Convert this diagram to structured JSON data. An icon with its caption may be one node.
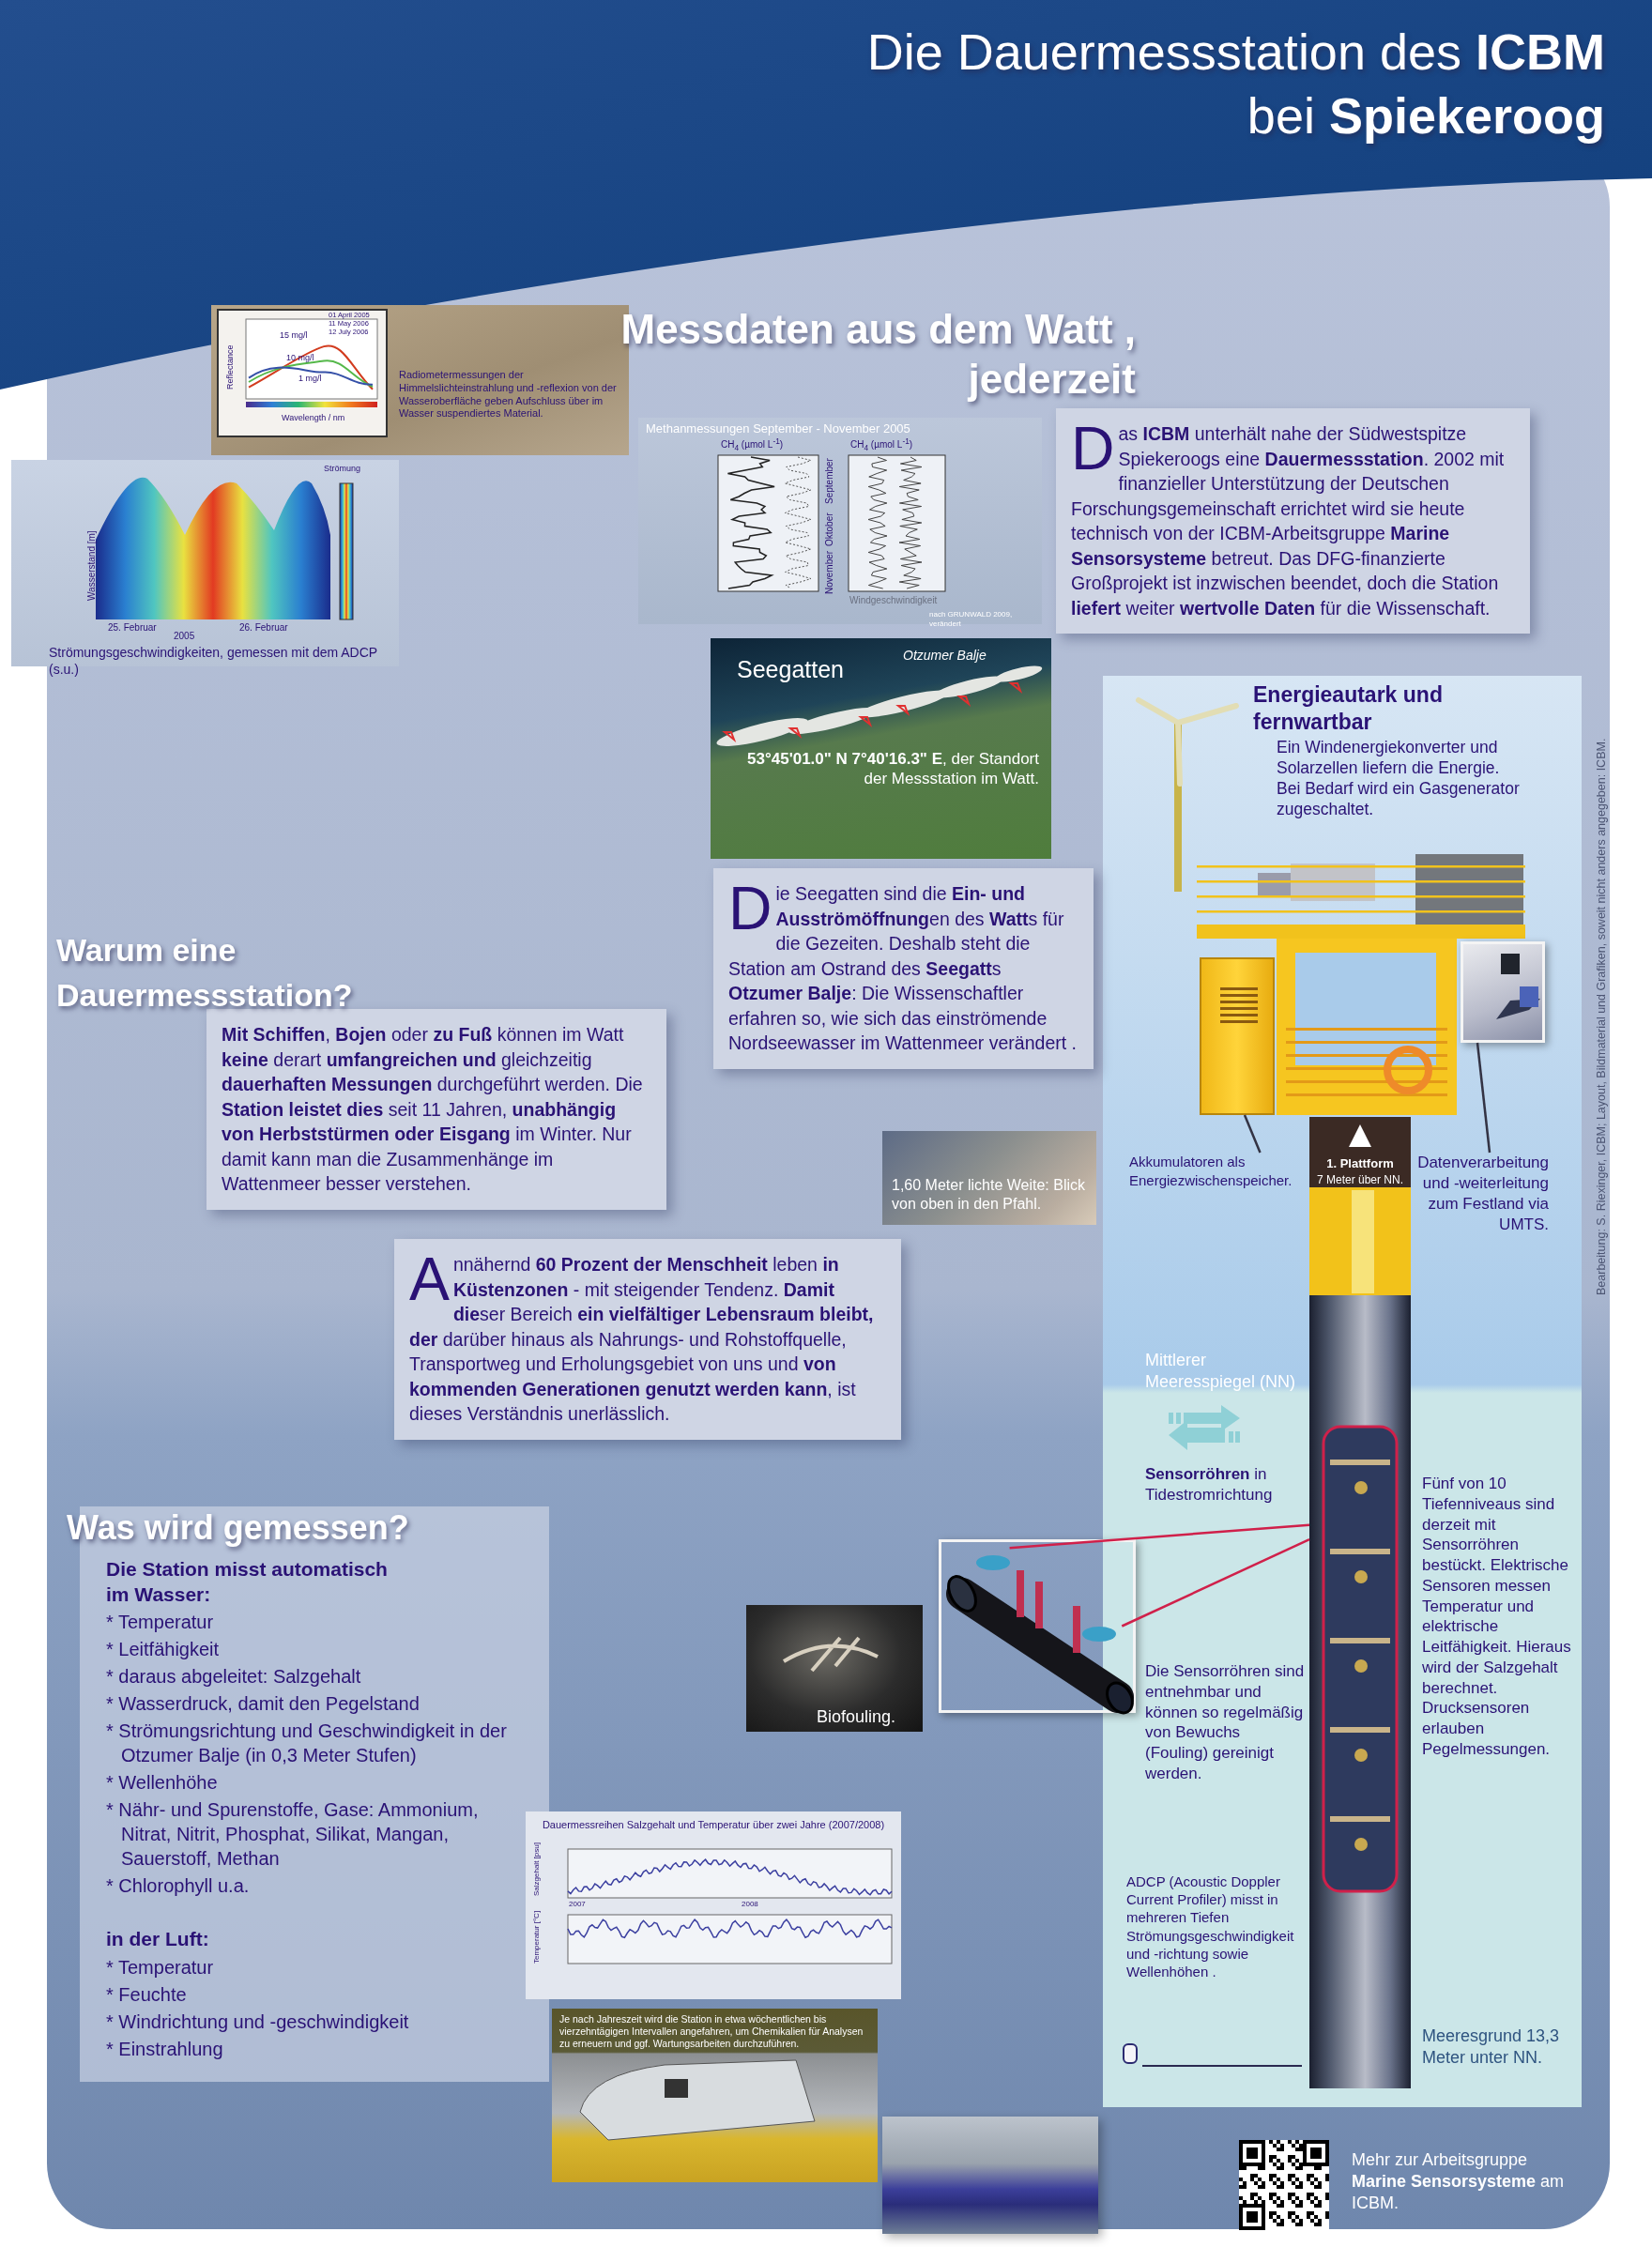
{
  "diagram": {
    "title": "Die Dauermessstation des **ICBM** bei **Spiekeroog**",
    "nodes": [
      {
        "text": [
          "Radiometermessungen der Himmelslichteinstrahlung und -reflexion von der Wasseroberfläche geben Aufschluss über im Wasser suspendiertes Material."
        ]
      },
      {
        "text": [
          "Strömungsgeschwindigkeiten, gemessen mit dem ADCP (s.u.)"
        ]
      },
      {
        "text": [
          "Methanmessungen September - November 2005"
        ]
      },
      {
        "text": [
          "Das **ICBM** unterhält nahe der Südwestspitze Spiekeroogs eine **Dauermessstation**. 2002 mit finanzieller Unterstützung der Deutschen Forschungsgemeinschaft errichtet wird sie heute technisch von der ICBM-Arbeitsgruppe **Marine Sensorsysteme** betreut. Das DFG-finanzierte Großprojekt ist inzwischen beendet, doch die Station **liefert** weiter **wertvolle Daten** für die Wissenschaft."
        ]
      },
      {
        "text": [
          "Seegatten",
          "Otzumer Balje",
          "**53°45'01.0\" N 7°40'16.3\" E**, der Standort der Messstation im Watt."
        ]
      },
      {
        "text": [
          "Energieautark und fernwartbar",
          "Ein Windenergiekonverter und Solarzellen liefern die Energie. Bei Bedarf wird ein Gasgenerator zugeschaltet."
        ]
      },
      {
        "text": [
          "Die Seegatten sind die **Ein- und Ausströmöffnung**en des **Watt**s für die Gezeiten. Deshalb steht die Station am Ostrand des **Seegatt**s **Otzumer Balje**: Die Wissenschaftler erfahren so, wie sich das einströmende Nordseewasser im Wattenmeer verändert ."
        ]
      },
      {
        "text": [
          "Warum eine Dauermessstation?",
          "**Mit Schiffen**, **Bojen** oder **zu Fuß** können im Watt **keine** derart **umfangreichen und** gleichzeitig **dauerhaften Messungen** durchgeführt werden. Die **Station leistet dies** seit 11 Jahren, **unabhängig von Herbststürmen oder Eisgang** im Winter. Nur damit kann man die Zusammenhänge im Wattenmeer besser verstehen."
        ]
      },
      {
        "text": [
          "1,60 Meter lichte Weite: Blick von oben in den Pfahl."
        ]
      },
      {
        "text": [],
        "shape": "box",
        "in": 5
      },
      {
        "text": [],
        "shape": "picture",
        "in": 5
      },
      {
        "text": [
          "Akkumulatoren als Energiezwischenspeicher."
        ],
        "in": 5
      },
      {
        "text": [
          "Datenverarbeitung und -weiterleitung zum Festland via UMTS."
        ],
        "in": 5
      },
      {
        "text": [
          "1. Plattform",
          "7 Meter über NN."
        ],
        "in": 5
      },
      {
        "text": [
          "Annähernd **60 Prozent der Menschheit** leben **in Küstenzonen** - mit steigender Tendenz. **Damit die**ser Bereich **ein vielfältiger Lebensraum bleibt, der** darüber hinaus als Nahrungs- und Rohstoffquelle, Transportweg und Erholungsgebiet von uns und **von kommenden Generationen genutzt werden kann**, ist dieses Verständnis unerlässlich."
        ]
      },
      {
        "text": [
          "Was wird gemessen?",
          "Die Station misst automatisch im Wasser:",
          "* Temperatur",
          "* Leitfähigkeit",
          "* daraus abgeleitet: Salzgehalt",
          "* Wasserdruck, damit den Pegelstand",
          "* Strömungsrichtung und Geschwindigkeit in der Otzumer Balje (in 0,3 Meter Stufen)",
          "* Wellenhöhe",
          "* Nähr- und Spurenstoffe, Gase: Ammonium, Nitrat, Nitrit, Phosphat, Silikat, Mangan, Sauerstoff, Methan",
          "* Chlorophyll u.a.",
          "in der Luft:",
          "* Temperatur",
          "* Feuchte",
          "* Windrichtung und -geschwindigkeit",
          "* Einstrahlung"
        ]
      },
      {
        "text": [
          "Biofouling."
        ]
      },
      {
        "text": [],
        "shape": "picture"
      },
      {
        "text": [
          "Dauermessreihen Salzgehalt und Temperatur über zwei Jahre (2007/2008)"
        ]
      },
      {
        "text": [
          "Je nach Jahreszeit wird die Station in etwa wöchentlichen bis vierzehntägigen Intervallen angefahren, um Chemikalien für Analysen zu erneuern und ggf. Wartungsarbeiten durchzuführen."
        ]
      }
    ],
    "edges": [
      {
        "from": 11,
        "to": 9,
        "arrow": "none",
        "color": "#333344"
      },
      {
        "from": 12,
        "to": 10,
        "arrow": "none",
        "color": "#333344"
      },
      {
        "from": 17,
        "to": 13,
        "arrow": "none",
        "color": "#d0204a"
      },
      {
        "from": 17,
        "to": 13,
        "arrow": "none",
        "color": "#d0204a"
      }
    ],
    "labels": [
      "Messdaten aus dem Watt , jederzeit",
      "01 April 2005",
      "11 May 2006",
      "12 July 2006",
      "15 mg/l",
      "10 mg/l",
      "1 mg/l",
      "Reflectance",
      "Wavelength / nm",
      "Strömung",
      "Wasserstand [m]",
      "25. Februar",
      "2005",
      "26. Februar",
      "CH$_{4}$ (µmol L$^{-1}$)",
      "CH$_{4}$ (µmol L$^{-1}$)",
      "September",
      "Oktober",
      "November",
      "Windgeschwindigkeit",
      "nach GRUNWALD 2009, verändert",
      "Mittlerer Meeresspiegel (NN)",
      "**Sensorröhren** in Tidestromrichtung",
      "Fünf von 10 Tiefenniveaus sind derzeit mit Sensorröhren bestückt. Elektrische Sensoren messen Temperatur und elektrische Leitfähigkeit. Hieraus wird der Salzgehalt berechnet. Drucksensoren erlauben Pegelmessungen.",
      "Die Sensorröhren sind entnehmbar und können so regelmäßig von Bewuchs (Fouling) gereinigt werden.",
      "Salzgehalt [psu]",
      "Temperatur [°C]",
      "2007",
      "2008",
      "ADCP (Acoustic Doppler Current Profiler) misst in mehreren Tiefen Strömungsgeschwindigkeit und -richtung sowie Wellenhöhen .",
      "Meeresgrund 13,3 Meter unter NN.",
      "Mehr zur Arbeitsgruppe **Marine Sensorsysteme** am ICBM.",
      "Bearbeitung: S. Riexinger, ICBM; Layout, Bildmaterial und Grafiken, soweit nicht anders angegeben: ICBM."
    ]
  }
}
